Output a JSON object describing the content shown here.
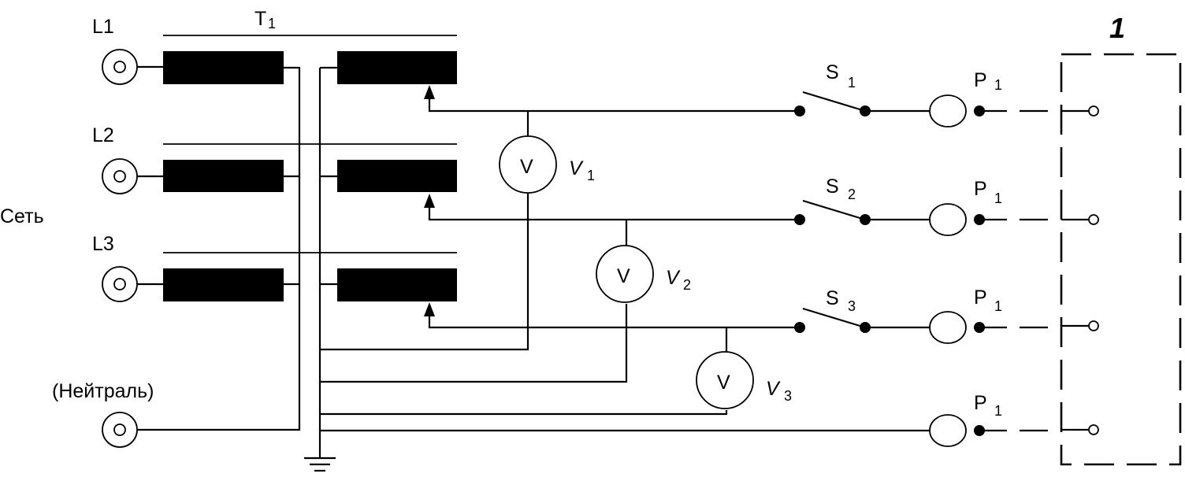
{
  "diagram": {
    "title": "Three-phase test circuit",
    "transformer": {
      "label": "T",
      "subscript": "1"
    },
    "network_label": "Сеть",
    "inputs": [
      {
        "id": "L1",
        "label": "L1"
      },
      {
        "id": "L2",
        "label": "L2"
      },
      {
        "id": "L3",
        "label": "L3"
      },
      {
        "id": "N",
        "label": "(Нейтраль)"
      }
    ],
    "voltmeters": [
      {
        "symbol": "V",
        "label": "V",
        "subscript": "1"
      },
      {
        "symbol": "V",
        "label": "V",
        "subscript": "2"
      },
      {
        "symbol": "V",
        "label": "V",
        "subscript": "3"
      }
    ],
    "switches": [
      {
        "label": "S",
        "subscript": "1"
      },
      {
        "label": "S",
        "subscript": "2"
      },
      {
        "label": "S",
        "subscript": "3"
      }
    ],
    "meters": [
      {
        "label": "P",
        "subscript": "1"
      },
      {
        "label": "P",
        "subscript": "1"
      },
      {
        "label": "P",
        "subscript": "1"
      },
      {
        "label": "P",
        "subscript": "1"
      }
    ],
    "device_under_test": {
      "label": "1"
    },
    "icons": {
      "input_terminal": "terminal-icon",
      "ground": "ground-icon",
      "voltmeter": "voltmeter-icon",
      "switch": "switch-icon",
      "meter": "meter-icon"
    },
    "colors": {
      "line": "#000000",
      "background": "#ffffff"
    }
  }
}
